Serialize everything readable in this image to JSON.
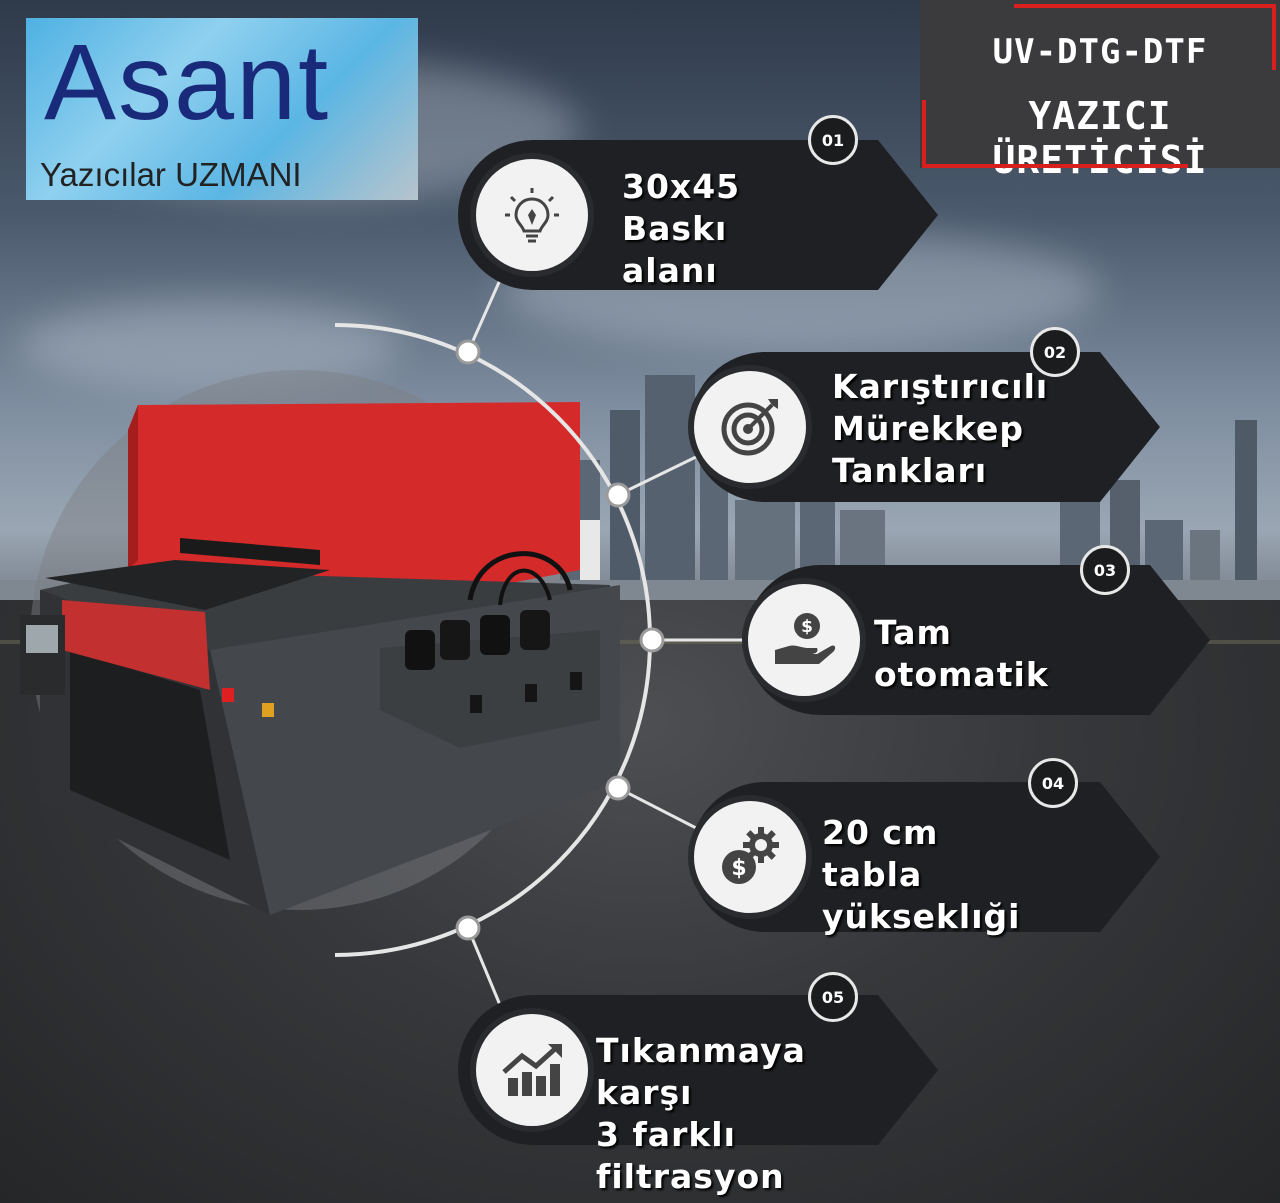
{
  "logo": {
    "brand": "Asant",
    "subtitle": "Yazıcılar UZMANI"
  },
  "banner": {
    "line1": "UV-DTG-DTF",
    "line2": "YAZICI ÜRETİCİSİ",
    "accent_color": "#d91e1e"
  },
  "features": [
    {
      "number": "01",
      "icon": "lightbulb-icon",
      "lines": [
        "30x45",
        "Baskı alanı"
      ]
    },
    {
      "number": "02",
      "icon": "target-icon",
      "lines": [
        "Karıştırıcılı",
        "Mürekkep",
        "Tankları"
      ]
    },
    {
      "number": "03",
      "icon": "money-hand-icon",
      "lines": [
        "Tam otomatik"
      ]
    },
    {
      "number": "04",
      "icon": "dollar-gear-icon",
      "lines": [
        "20 cm tabla",
        "yükseklıği"
      ]
    },
    {
      "number": "05",
      "icon": "growth-chart-icon",
      "lines": [
        "Tıkanmaya karşı",
        "3 farklı filtrasyon"
      ]
    }
  ],
  "colors": {
    "pill": "#1f2023",
    "printer_red": "#d42a2a",
    "printer_body": "#3a3d40"
  }
}
